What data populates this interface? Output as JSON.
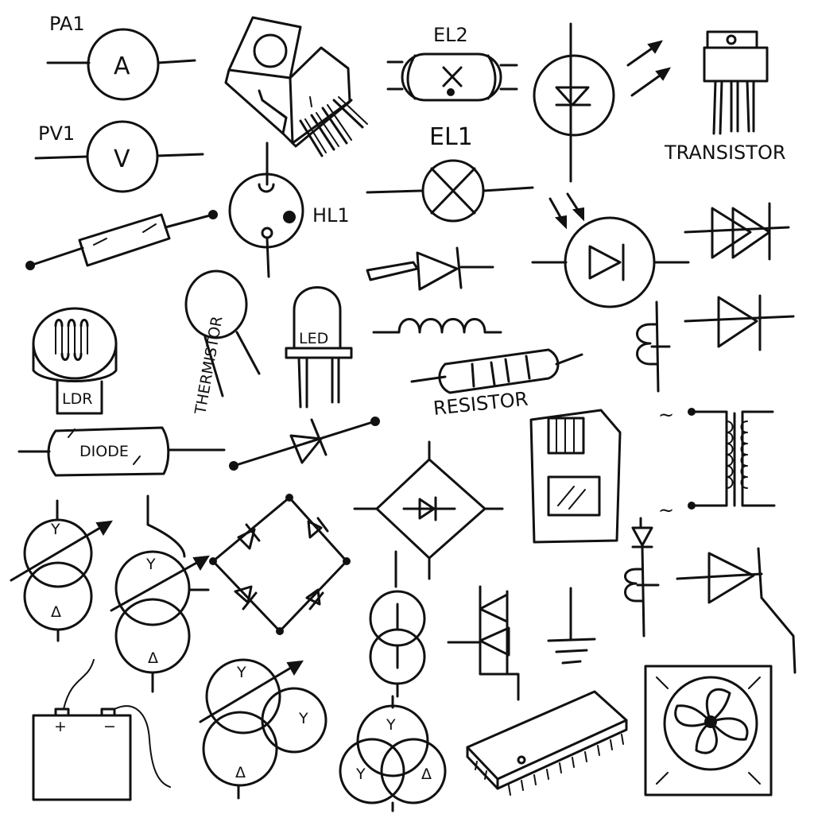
{
  "labels": {
    "pa1": "PA1",
    "ammeter": "A",
    "pv1": "PV1",
    "voltmeter": "V",
    "el2": "EL2",
    "el1": "EL1",
    "hl1": "HL1",
    "transistor": "TRANSISTOR",
    "thermistor": "THERMISTOR",
    "led": "LED",
    "ldr": "LDR",
    "resistor": "RESISTOR",
    "diode": "DIODE",
    "battery_plus": "+",
    "battery_minus": "−",
    "tilde_top": "~",
    "tilde_bottom": "~",
    "tt_y": "Y",
    "tt_d": "Δ"
  },
  "colors": {
    "ink": "#111111",
    "background": "#ffffff"
  }
}
